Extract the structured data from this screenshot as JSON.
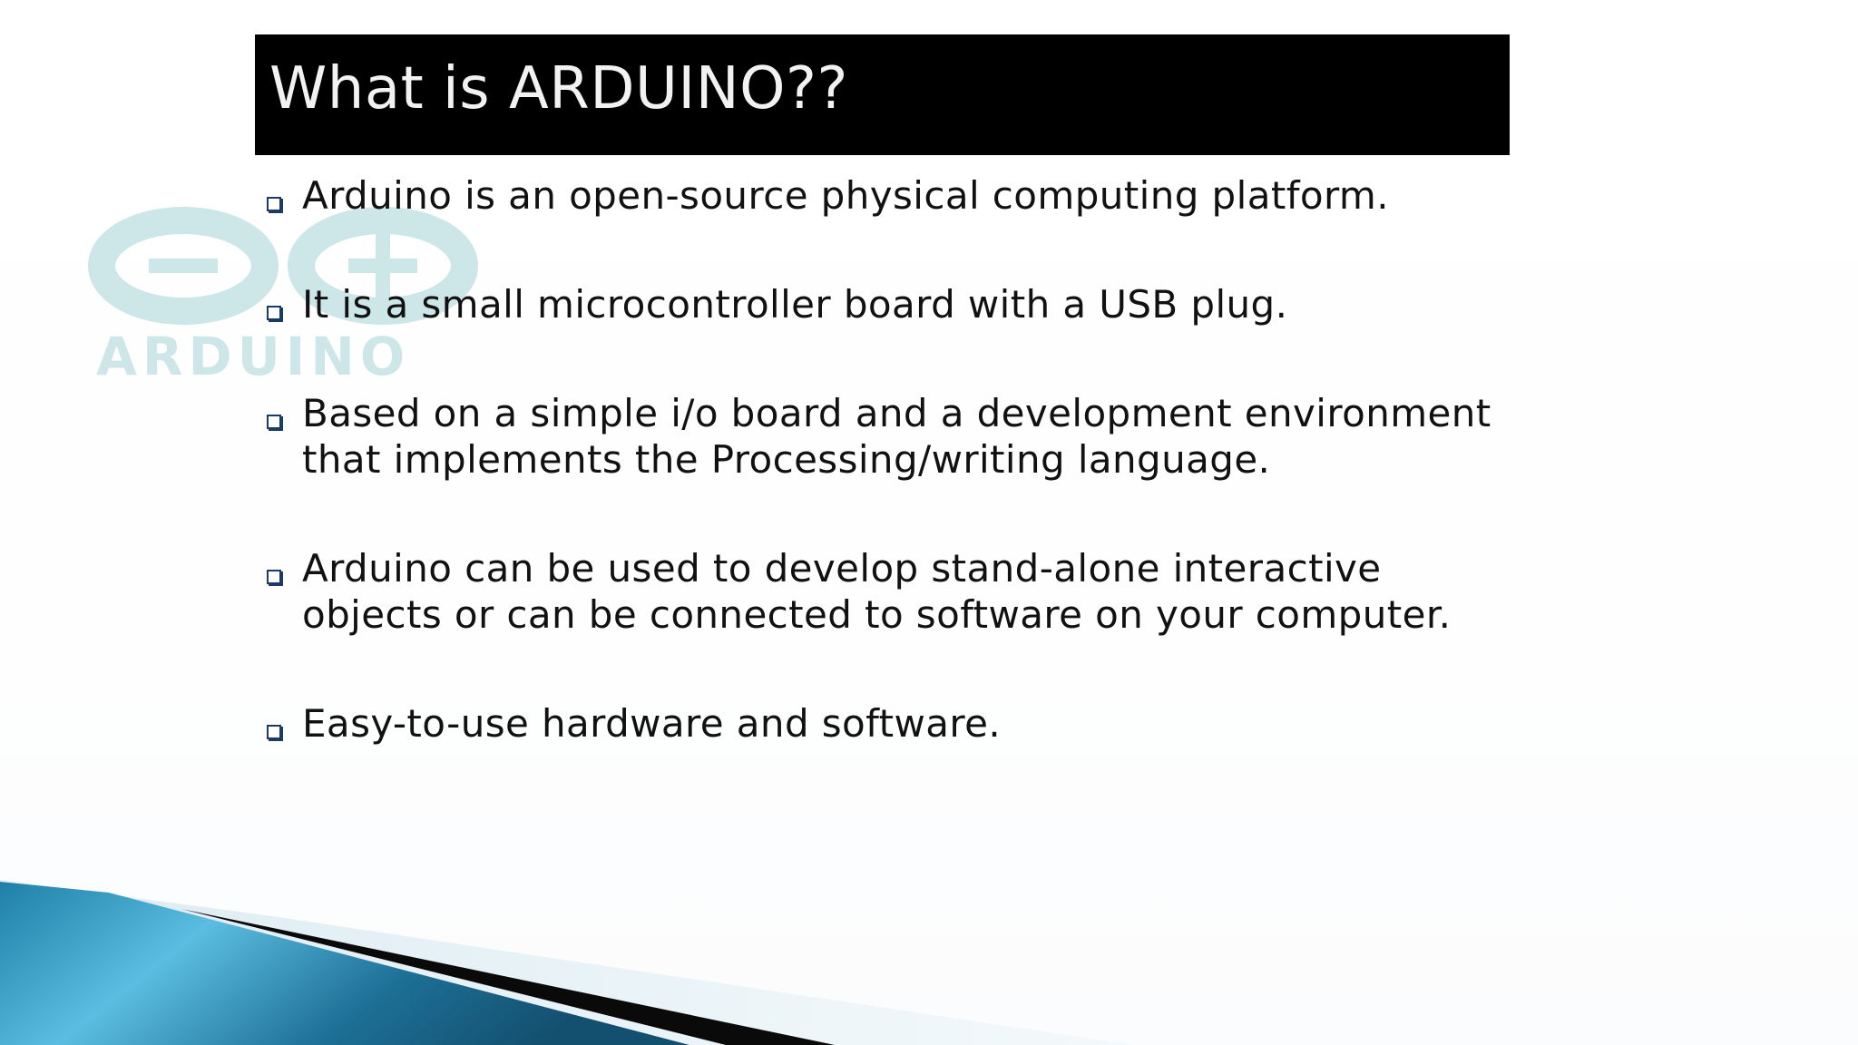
{
  "slide": {
    "title": "What is ARDUINO??",
    "logo_text": "ARDUINO",
    "bullets": [
      "Arduino is an open-source physical computing platform.",
      "It is a small microcontroller board with a USB plug.",
      "Based on a simple i/o board and a development environment that implements the Processing/writing language.",
      "Arduino can be used to develop stand-alone interactive objects or can be connected to software on your computer.",
      "Easy-to-use hardware and software."
    ]
  },
  "colors": {
    "title_bar": "#000000",
    "title_text": "#f2f2f2",
    "body_text": "#111111",
    "bullet_marker": "#1a3b66",
    "logo_tint": "#cde6e8",
    "footer_blue": "#2a8fb8"
  },
  "icons": {
    "bullet": "square-bullet-icon",
    "logo": "arduino-logo-icon"
  }
}
